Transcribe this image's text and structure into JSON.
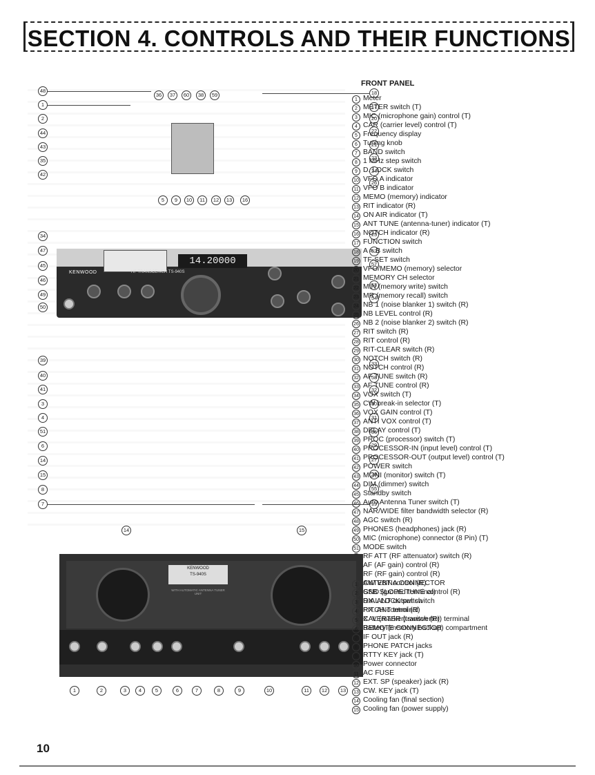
{
  "page_title": "SECTION 4.  CONTROLS AND THEIR FUNCTIONS",
  "page_number": "10",
  "front_panel": {
    "heading": "FRONT PANEL",
    "items": [
      {
        "n": "1",
        "text": "Meter"
      },
      {
        "n": "2",
        "text": "METER switch (T)"
      },
      {
        "n": "3",
        "text": "MIC (microphone gain) control (T)"
      },
      {
        "n": "4",
        "text": "CAR (carrier level) control (T)"
      },
      {
        "n": "5",
        "text": "Frequency display"
      },
      {
        "n": "6",
        "text": "Tuning knob"
      },
      {
        "n": "7",
        "text": "BAND switch"
      },
      {
        "n": "8",
        "text": "1 MHz step switch"
      },
      {
        "n": "9",
        "text": "D. LOCK switch"
      },
      {
        "n": "10",
        "text": "VFO A indicator"
      },
      {
        "n": "11",
        "text": "VFO B indicator"
      },
      {
        "n": "12",
        "text": "MEMO (memory) indicator"
      },
      {
        "n": "13",
        "text": "RIT indicator (R)"
      },
      {
        "n": "14",
        "text": "ON AIR indicator (T)"
      },
      {
        "n": "15",
        "text": "ANT TUNE (antenna-tuner) indicator (T)"
      },
      {
        "n": "16",
        "text": "NOTCH indicator (R)"
      },
      {
        "n": "17",
        "text": "FUNCTION switch"
      },
      {
        "n": "18",
        "text": "A = B switch"
      },
      {
        "n": "19",
        "text": "TF-SET switch"
      },
      {
        "n": "20",
        "text": "VFO/MEMO (memory) selector"
      },
      {
        "n": "21",
        "text": "MEMORY CH selector"
      },
      {
        "n": "22",
        "text": "MIN (memory write) switch"
      },
      {
        "n": "23",
        "text": "MR (memory recall) switch"
      },
      {
        "n": "24",
        "text": "NB 1 (noise blanker 1) switch (R)"
      },
      {
        "n": "25",
        "text": "NB LEVEL control (R)"
      },
      {
        "n": "26",
        "text": "NB 2 (noise blanker 2) switch (R)"
      },
      {
        "n": "27",
        "text": "RIT switch (R)"
      },
      {
        "n": "28",
        "text": "RIT control (R)"
      },
      {
        "n": "29",
        "text": "RIT-CLEAR switch (R)"
      },
      {
        "n": "30",
        "text": "NOTCH switch (R)"
      },
      {
        "n": "31",
        "text": "NOTCH control (R)"
      },
      {
        "n": "32",
        "text": "AF TUNE switch (R)"
      },
      {
        "n": "33",
        "text": "AF TUNE control (R)"
      },
      {
        "n": "34",
        "text": "VOX switch (T)"
      },
      {
        "n": "35",
        "text": "CW break-in selector (T)"
      },
      {
        "n": "36",
        "text": "VOX GAIN control (T)"
      },
      {
        "n": "37",
        "text": "ANTI VOX control (T)"
      },
      {
        "n": "38",
        "text": "DELAY control (T)"
      },
      {
        "n": "39",
        "text": "PROC (processor) switch (T)"
      },
      {
        "n": "40",
        "text": "PROCESSOR-IN (input level) control (T)"
      },
      {
        "n": "41",
        "text": "PROCESSOR-OUT (output level) control (T)"
      },
      {
        "n": "42",
        "text": "POWER switch"
      },
      {
        "n": "43",
        "text": "MONI (monitor) switch (T)"
      },
      {
        "n": "44",
        "text": "DIM (dimmer) switch"
      },
      {
        "n": "45",
        "text": "Standby switch"
      },
      {
        "n": "46",
        "text": "Auto Antenna Tuner switch (T)"
      },
      {
        "n": "47",
        "text": "NAR/WIDE filter bandwidth selector (R)"
      },
      {
        "n": "48",
        "text": "AGC switch (R)"
      },
      {
        "n": "49",
        "text": "PHONES (headphones) jack (R)"
      },
      {
        "n": "50",
        "text": "MIC (microphone) connector (8 Pin) (T)"
      },
      {
        "n": "51",
        "text": "MODE switch"
      },
      {
        "n": "52",
        "text": "RF ATT (RF attenuator) switch (R)"
      },
      {
        "n": "53",
        "text": "AF (AF gain) control (R)"
      },
      {
        "n": "54",
        "text": "RF (RF gain) control (R)"
      },
      {
        "n": "55",
        "text": "CW VBT control (R)"
      },
      {
        "n": "56",
        "text": "SSB SLOPE TUNE control (R)"
      },
      {
        "n": "57",
        "text": "DIAL LOCK switch"
      },
      {
        "n": "58",
        "text": "PITCH control (R)"
      },
      {
        "n": "59",
        "text": "CAL (marker) switch (R)"
      },
      {
        "n": "60",
        "text": "Battery (memory backup) compartment"
      }
    ]
  },
  "rear_panel": {
    "items": [
      {
        "n": "1",
        "text": "ANTENNA CONNECTOR"
      },
      {
        "n": "2",
        "text": "GND (ground terminal)"
      },
      {
        "n": "3",
        "text": "RX. ANT output switch"
      },
      {
        "n": "4",
        "text": "RX. ANT terminal"
      },
      {
        "n": "5",
        "text": "X. VERTER (transverter) terminal"
      },
      {
        "n": "6",
        "text": "REMOTE CONNECTOR"
      },
      {
        "n": "7",
        "text": "IF OUT jack (R)"
      },
      {
        "n": "8",
        "text": "PHONE PATCH jacks"
      },
      {
        "n": "9",
        "text": "RTTY KEY jack (T)"
      },
      {
        "n": "10",
        "text": "Power connector"
      },
      {
        "n": "11",
        "text": "AC FUSE"
      },
      {
        "n": "12",
        "text": "EXT. SP (speaker) jack (R)"
      },
      {
        "n": "13",
        "text": "CW. KEY jack (T)"
      },
      {
        "n": "14",
        "text": "Cooling fan (final section)"
      },
      {
        "n": "15",
        "text": "Cooling fan (power supply)"
      }
    ]
  },
  "radio": {
    "brand": "KENWOOD",
    "model": "HF TRANSCEIVER  TS-940S",
    "frequency": "14.20000"
  },
  "rear_unit": {
    "brand": "KENWOOD",
    "model": "TS-940S",
    "note": "WITH AUTOMATIC ANTENNA TUNER UNIT"
  }
}
